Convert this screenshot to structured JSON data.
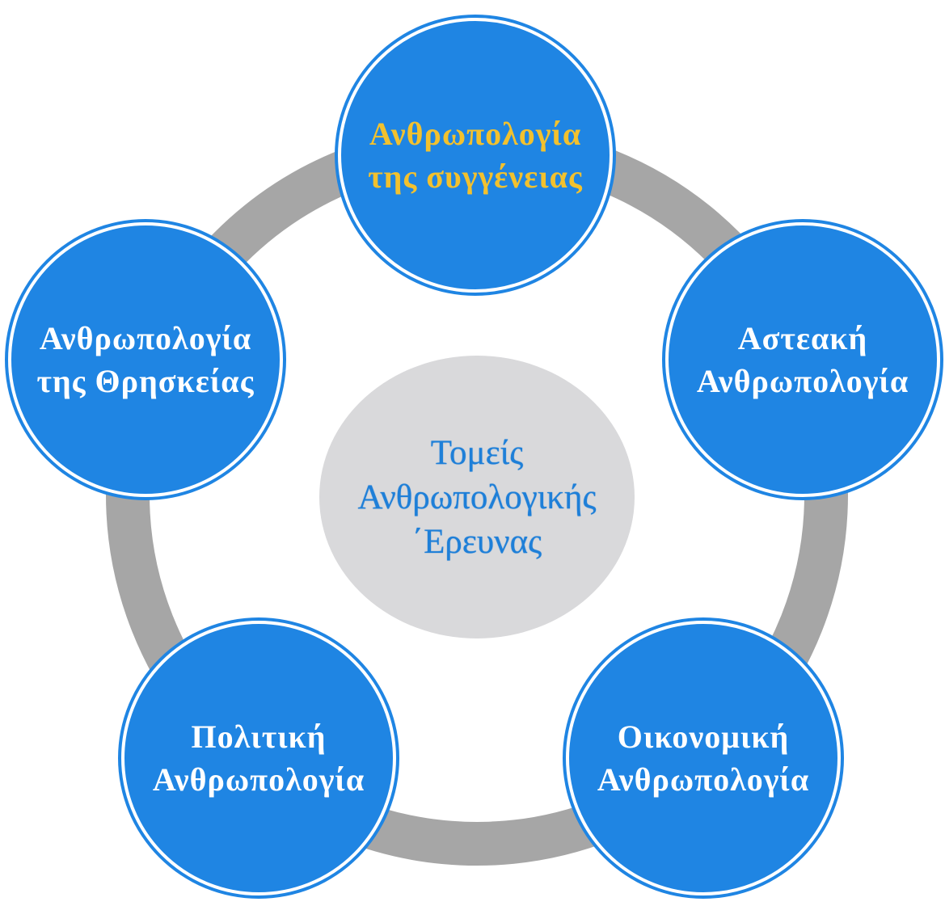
{
  "diagram": {
    "center": {
      "label": "Τομείς\nΑνθρωπολογικής\n΄Ερευνας",
      "fill": "#d9d9db",
      "text_color": "#1e7fd8"
    },
    "ring_color": "#a6a6a6",
    "node_fill": "#1f85e3",
    "nodes": [
      {
        "label": "Ανθρωπολογία\nτης συγγένειας",
        "text_color": "#f2c12e"
      },
      {
        "label": "Αστεακή\nΑνθρωπολογία",
        "text_color": "#ffffff"
      },
      {
        "label": "Οικονομική\nΑνθρωπολογία",
        "text_color": "#ffffff"
      },
      {
        "label": "Πολιτική\nΑνθρωπολογία",
        "text_color": "#ffffff"
      },
      {
        "label": "Ανθρωπολογία\nτης Θρησκείας",
        "text_color": "#ffffff"
      }
    ]
  }
}
